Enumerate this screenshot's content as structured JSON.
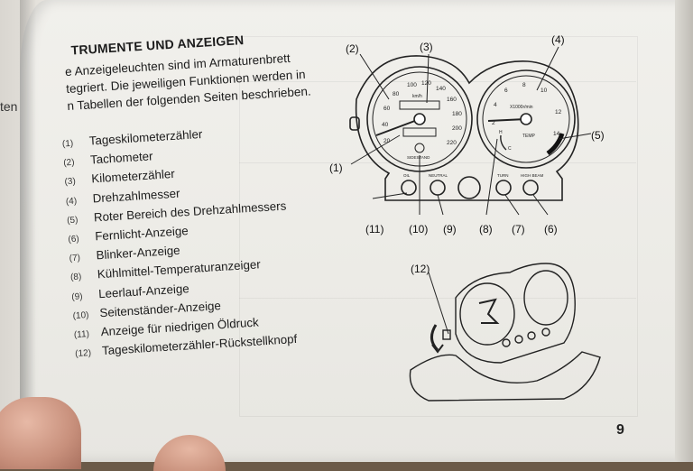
{
  "left_page": {
    "fragment": "ten"
  },
  "page": {
    "title": "TRUMENTE UND ANZEIGEN",
    "intro_lines": [
      "e Anzeigeleuchten sind im Armaturenbrett",
      "tegriert. Die jeweiligen Funktionen werden in",
      "n Tabellen der folgenden Seiten beschrieben."
    ],
    "items": [
      {
        "num": "(1)",
        "label": "Tageskilometerzähler"
      },
      {
        "num": "(2)",
        "label": "Tachometer"
      },
      {
        "num": "(3)",
        "label": "Kilometerzähler"
      },
      {
        "num": "(4)",
        "label": "Drehzahlmesser"
      },
      {
        "num": "(5)",
        "label": "Roter Bereich des Drehzahlmessers"
      },
      {
        "num": "(6)",
        "label": "Fernlicht-Anzeige"
      },
      {
        "num": "(7)",
        "label": "Blinker-Anzeige"
      },
      {
        "num": "(8)",
        "label": "Kühlmittel-Temperaturanzeiger"
      },
      {
        "num": "(9)",
        "label": "Leerlauf-Anzeige"
      },
      {
        "num": "(10)",
        "label": "Seitenständer-Anzeige"
      },
      {
        "num": "(11)",
        "label": "Anzeige für niedrigen Öldruck"
      },
      {
        "num": "(12)",
        "label": "Tageskilometerzähler-Rückstellknopf"
      }
    ],
    "page_number": "9"
  },
  "diagram": {
    "callouts": [
      "(1)",
      "(2)",
      "(3)",
      "(4)",
      "(5)",
      "(6)",
      "(7)",
      "(8)",
      "(9)",
      "(10)",
      "(11)",
      "(12)"
    ],
    "speedo_ticks": [
      "20",
      "40",
      "60",
      "80",
      "100",
      "120",
      "140",
      "160",
      "180",
      "200",
      "220"
    ],
    "speedo_unit": "km/h",
    "speedo_lamp": "SIDESTAND",
    "tacho_ticks": [
      "2",
      "4",
      "6",
      "8",
      "10",
      "12",
      "14"
    ],
    "tacho_unit": "X1000r/min",
    "temp_label": "TEMP",
    "temp_h": "H",
    "temp_c": "C",
    "lamp_oil": "OIL",
    "lamp_neutral": "NEUTRAL",
    "lamp_turn": "TURN",
    "lamp_beam": "HIGH BEAM"
  }
}
